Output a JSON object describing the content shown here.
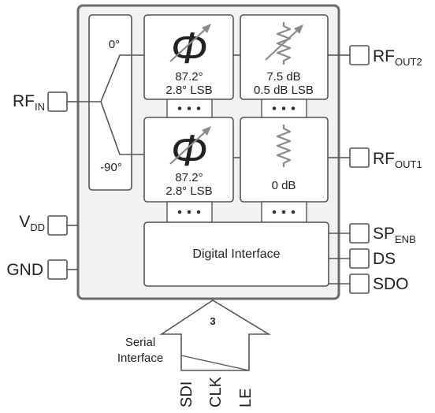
{
  "ports": {
    "rf_in": {
      "main": "RF",
      "sub": "IN"
    },
    "vdd": {
      "main": "V",
      "sub": "DD"
    },
    "gnd": {
      "main": "GND"
    },
    "rf_out2": {
      "main": "RF",
      "sub": "OUT2"
    },
    "rf_out1": {
      "main": "RF",
      "sub": "OUT1"
    },
    "sp_enb": {
      "main": "SP",
      "sub": "ENB"
    },
    "ds": {
      "main": "DS"
    },
    "sdo": {
      "main": "SDO"
    }
  },
  "splitter": {
    "top_label": "0°",
    "bottom_label": "-90°"
  },
  "phase_shifter_top": {
    "icon": "phase-shifter-icon",
    "value": "87.2°",
    "lsb": "2.8° LSB"
  },
  "phase_shifter_bottom": {
    "icon": "phase-shifter-icon",
    "value": "87.2°",
    "lsb": "2.8° LSB"
  },
  "attenuator_top": {
    "icon": "variable-attenuator-icon",
    "value": "7.5 dB",
    "lsb": "0.5 dB LSB"
  },
  "attenuator_bottom": {
    "icon": "fixed-attenuator-icon",
    "value": "0 dB"
  },
  "digital_interface": {
    "label": "Digital Interface"
  },
  "serial_bus": {
    "label_line1": "Serial",
    "label_line2": "Interface",
    "width": "3",
    "width_color": "#c0392b",
    "pins": [
      "SDI",
      "CLK",
      "LE"
    ]
  },
  "colors": {
    "chip_fill": "#f2f2f2",
    "chip_stroke": "#6b6b6b",
    "block_stroke": "#555555",
    "icon_gray": "#8a8a8a"
  }
}
